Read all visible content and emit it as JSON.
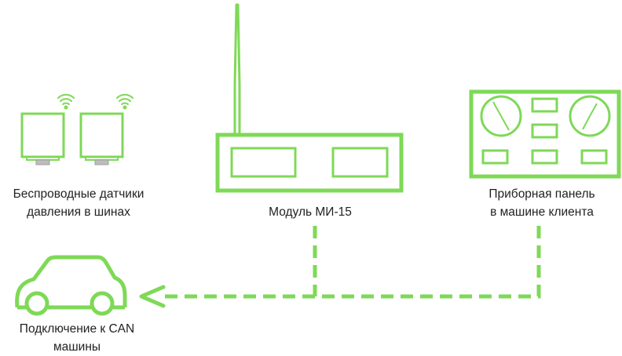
{
  "colors": {
    "accent": "#7ED957",
    "sensor_base": "#BDBDBD",
    "text": "#222222",
    "background": "#FFFFFF"
  },
  "nodes": {
    "sensors": {
      "icon": "tire-pressure-sensors-icon",
      "label_line1": "Беспроводные датчики",
      "label_line2": "давления в шинах"
    },
    "module": {
      "icon": "module-antenna-icon",
      "label": "Модуль МИ-15"
    },
    "panel": {
      "icon": "dashboard-panel-icon",
      "label_line1": "Приборная панель",
      "label_line2": "в машине клиента"
    },
    "car": {
      "icon": "car-icon",
      "label_line1": "Подключение к CAN",
      "label_line2": "машины"
    }
  },
  "connections": [
    {
      "from": "module",
      "to": "car",
      "style": "dashed",
      "arrow": true
    },
    {
      "from": "panel",
      "to": "car",
      "style": "dashed",
      "arrow": true
    }
  ]
}
